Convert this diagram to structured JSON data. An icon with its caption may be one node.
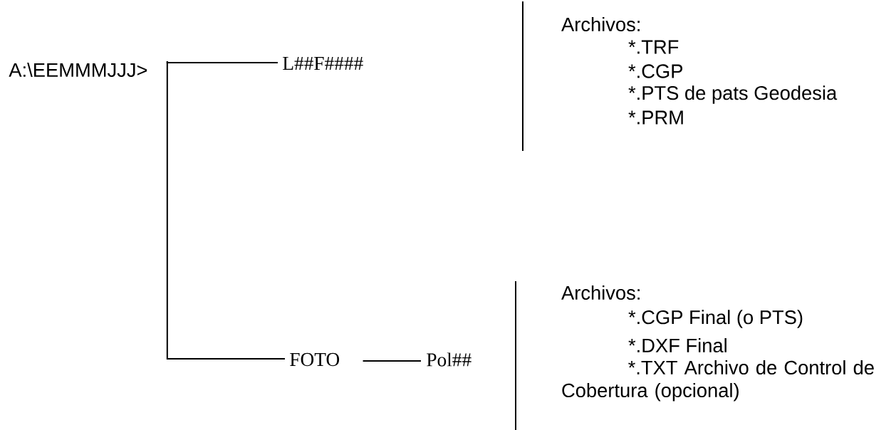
{
  "diagram": {
    "nodes": [
      {
        "text": [
          "A:\\EEMMMJJJ>"
        ]
      },
      {
        "text": [
          "L##F####"
        ]
      },
      {
        "text": [
          "FOTO"
        ]
      },
      {
        "text": [
          "Pol##"
        ]
      }
    ],
    "edges": [
      {
        "from": 0,
        "to": 1,
        "arrow": "none"
      },
      {
        "from": 0,
        "to": 2,
        "arrow": "none"
      },
      {
        "from": 2,
        "to": 3,
        "arrow": "none"
      }
    ],
    "labels": [
      "Archivos:",
      "*.TRF",
      "*.CGP",
      "*.PTS de pats Geodesia",
      "*.PRM",
      "Archivos:",
      "*.CGP Final (o PTS)",
      "*.DXF Final",
      "*.TXT Archivo de Control de Cobertura (opcional)"
    ]
  }
}
